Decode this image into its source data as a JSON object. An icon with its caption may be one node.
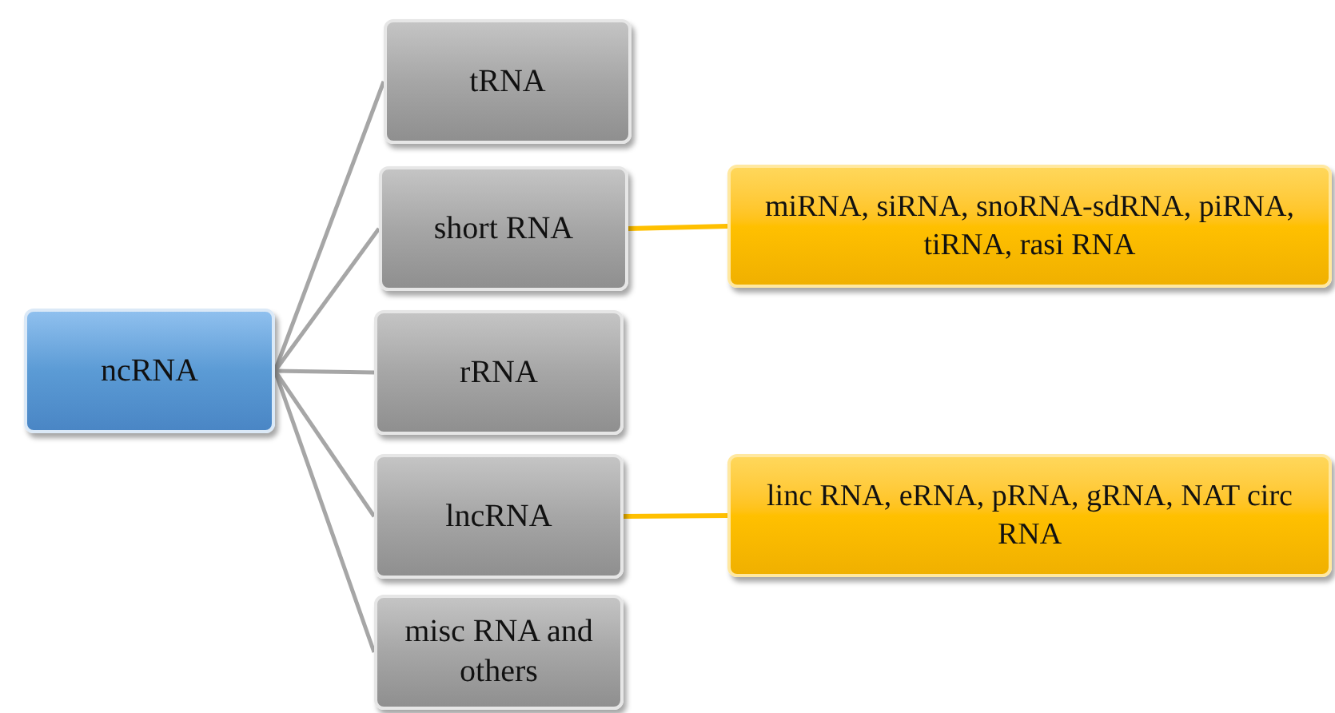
{
  "diagram": {
    "nodes": [
      {
        "text": [
          "ncRNA"
        ]
      },
      {
        "text": [
          "tRNA"
        ]
      },
      {
        "text": [
          "short RNA"
        ]
      },
      {
        "text": [
          "rRNA"
        ]
      },
      {
        "text": [
          "lncRNA"
        ]
      },
      {
        "text": [
          "misc RNA and others"
        ]
      },
      {
        "text": [
          "miRNA, siRNA, snoRNA-sdRNA, piRNA, tiRNA, rasi RNA"
        ]
      },
      {
        "text": [
          "linc RNA, eRNA, pRNA, gRNA, NAT circ RNA"
        ]
      }
    ],
    "edges": [
      {
        "from": 0,
        "to": 1,
        "arrow": "none"
      },
      {
        "from": 0,
        "to": 2,
        "arrow": "none"
      },
      {
        "from": 0,
        "to": 3,
        "arrow": "none"
      },
      {
        "from": 0,
        "to": 4,
        "arrow": "none"
      },
      {
        "from": 0,
        "to": 5,
        "arrow": "none"
      },
      {
        "from": 2,
        "to": 6,
        "arrow": "none",
        "color": "#ffc000"
      },
      {
        "from": 4,
        "to": 7,
        "arrow": "none",
        "color": "#ffc000"
      }
    ]
  }
}
